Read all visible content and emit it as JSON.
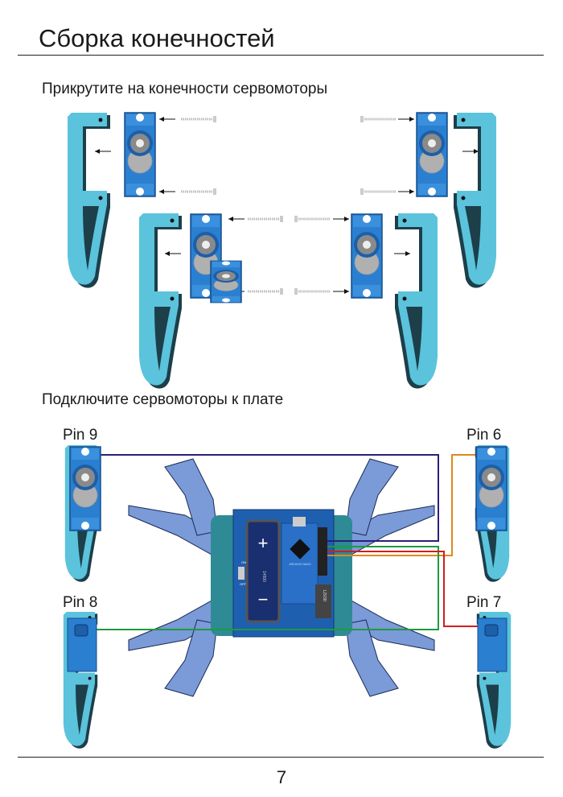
{
  "title": "Сборка конечностей",
  "step1": "Прикрутите на конечности сервомоторы",
  "step2": "Подключите сервомоторы к плате",
  "pins": {
    "top_left": "Pin 9",
    "top_right": "Pin 6",
    "bottom_left": "Pin 8",
    "bottom_right": "Pin 7"
  },
  "board": {
    "plus": "+",
    "minus": "−",
    "battery": "14500",
    "switch_on": "ON",
    "switch_off": "OFF",
    "mcu": "ARDUINO NANO",
    "driver": "L293D"
  },
  "wires": {
    "pin9": "#2b1f7a",
    "pin6": "#e08a1e",
    "pin8": "#1f9a3c",
    "pin7": "#d01e1e"
  },
  "colors": {
    "limb": "#5bc3dc",
    "servo": "#2a7fd0",
    "spider": "#7b9ad8"
  },
  "page_number": "7"
}
